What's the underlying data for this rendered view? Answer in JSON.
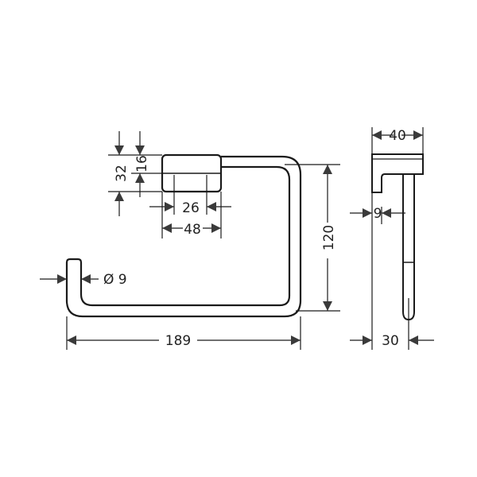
{
  "drawing": {
    "subject": "towel ring technical drawing",
    "line_color": "#1a1a1a",
    "arrow_color": "#3a3a3a",
    "dimensions": {
      "height_32": "32",
      "height_16": "16",
      "width_26": "26",
      "width_48": "48",
      "height_120": "120",
      "diameter_9": "Ø 9",
      "width_189": "189",
      "depth_40": "40",
      "offset_9": "9",
      "depth_30": "30"
    }
  }
}
